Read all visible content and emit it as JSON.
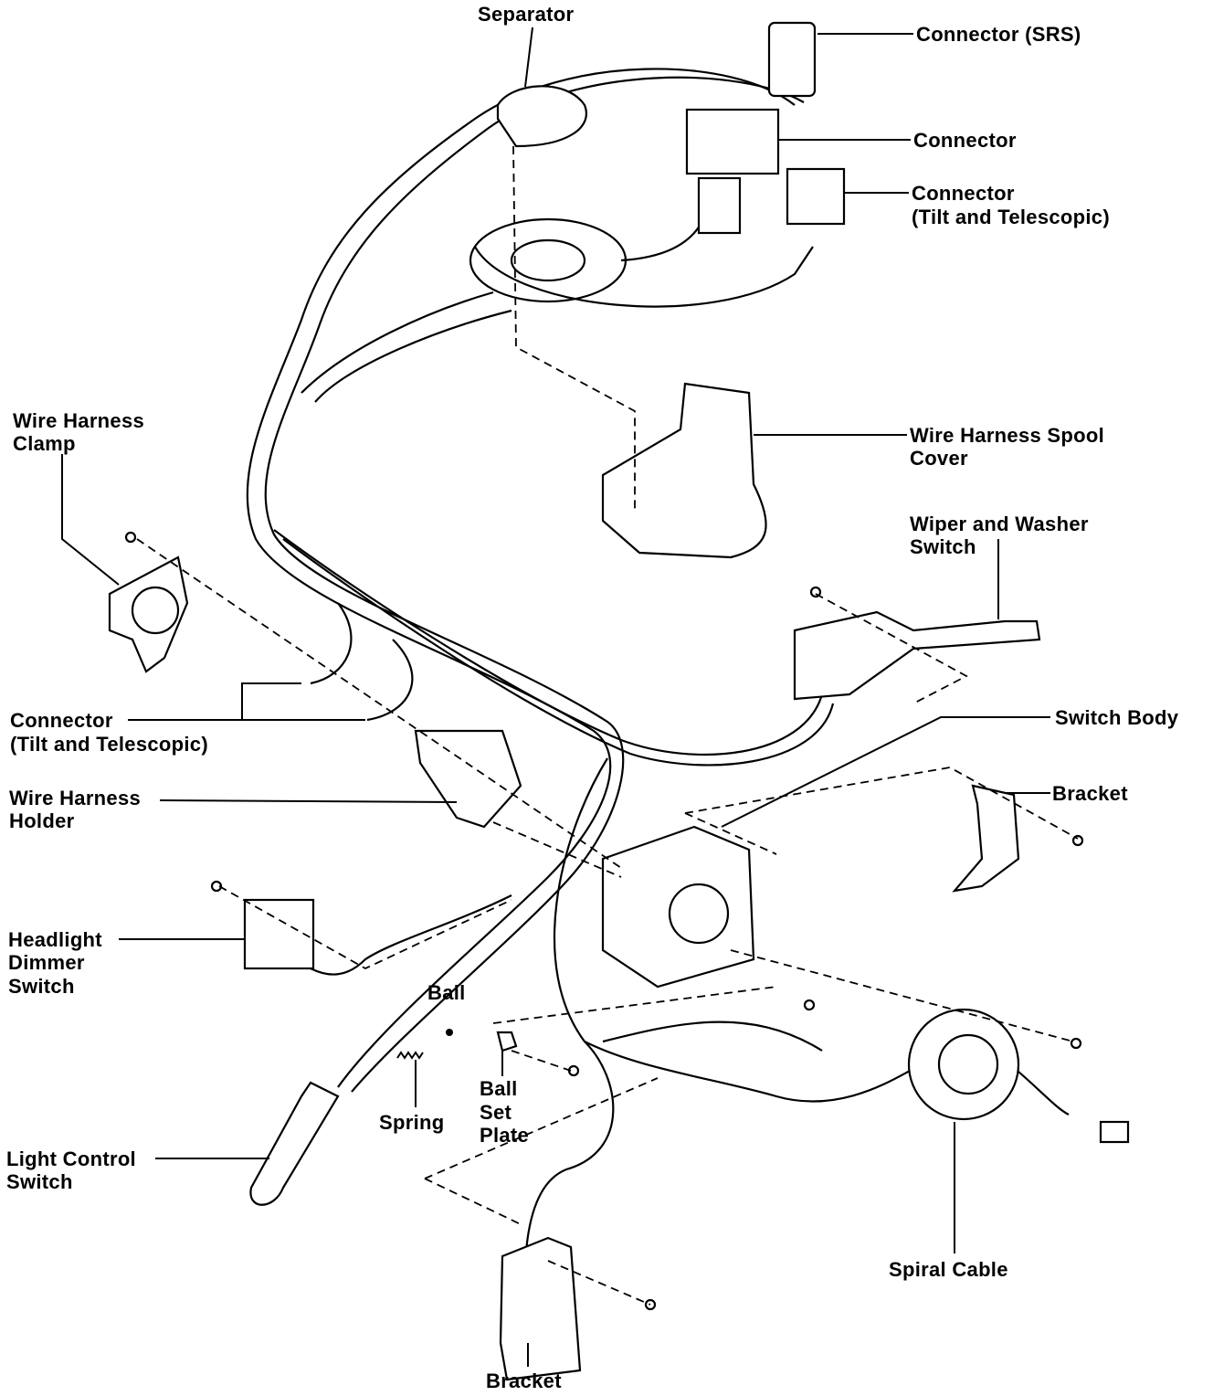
{
  "labels": {
    "separator": "Separator",
    "connector_srs": "Connector (SRS)",
    "connector": "Connector",
    "connector_tilt_right_1": "Connector",
    "connector_tilt_right_2": "(Tilt and Telescopic)",
    "spool_cover_1": "Wire Harness Spool",
    "spool_cover_2": "Cover",
    "wiper_1": "Wiper and Washer",
    "wiper_2": "Switch",
    "switch_body": "Switch Body",
    "bracket_right": "Bracket",
    "clamp_1": "Wire Harness",
    "clamp_2": "Clamp",
    "connector_tilt_left_1": "Connector",
    "connector_tilt_left_2": "(Tilt and Telescopic)",
    "holder_1": "Wire Harness",
    "holder_2": "Holder",
    "dimmer_1": "Headlight",
    "dimmer_2": "Dimmer",
    "dimmer_3": "Switch",
    "ball": "Ball",
    "spring": "Spring",
    "ball_set_plate_1": "Ball",
    "ball_set_plate_2": "Set",
    "ball_set_plate_3": "Plate",
    "light_control_1": "Light Control",
    "light_control_2": "Switch",
    "spiral_cable": "Spiral Cable",
    "bracket_bottom": "Bracket"
  }
}
